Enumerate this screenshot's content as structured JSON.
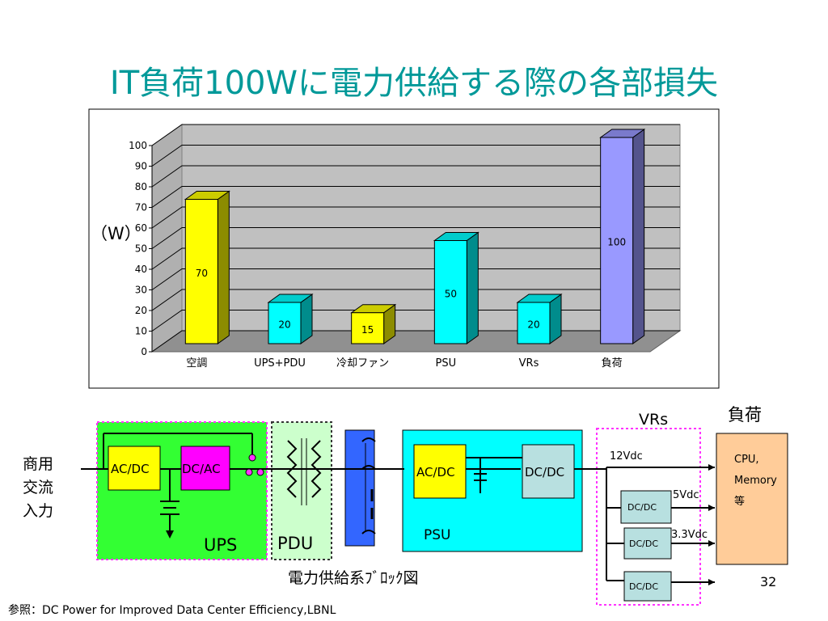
{
  "slide": {
    "title": "IT負荷100Wに電力供給する際の各部損失",
    "page_number": "32",
    "reference": "参照：DC Power for Improved Data Center Efficiency,LBNL"
  },
  "chart_data": {
    "type": "bar",
    "categories": [
      "空調",
      "UPS+PDU",
      "冷却ファン",
      "PSU",
      "VRs",
      "負荷"
    ],
    "values": [
      70,
      20,
      15,
      50,
      20,
      100
    ],
    "ylabel": "（W）",
    "ylim": [
      0,
      100
    ],
    "yticks": [
      0,
      10,
      20,
      30,
      40,
      50,
      60,
      70,
      80,
      90,
      100
    ],
    "grid": true,
    "colors": [
      "#ffff00",
      "#00ffff",
      "#ffff00",
      "#00ffff",
      "#00ffff",
      "#9999ff"
    ]
  },
  "diagram": {
    "ac_input": [
      "商用",
      "交流",
      "入力"
    ],
    "ups_label": "UPS",
    "pdu_label": "PDU",
    "psu_label": "PSU",
    "vrs_label": "VRs",
    "load_label": "負荷",
    "acdc1": "AC/DC",
    "dcac": "DC/AC",
    "acdc2": "AC/DC",
    "dcdc_psu": "DC/DC",
    "v12": "12Vdc",
    "v5": "5Vdc",
    "v33": "3.3Vdc",
    "dcdc_a": "DC/DC",
    "dcdc_b": "DC/DC",
    "dcdc_c": "DC/DC",
    "cpu_lines": [
      "CPU,",
      "Memory",
      "等"
    ],
    "caption": "電力供給系ﾌﾞﾛｯｸ図"
  },
  "colors": {
    "title": "#009999",
    "ups_bg": "#33ff33",
    "pdu_bg": "#ccffcc",
    "psu_bg": "#00ffff",
    "load_bg": "#ffcc99",
    "breaker": "#3366ff"
  }
}
